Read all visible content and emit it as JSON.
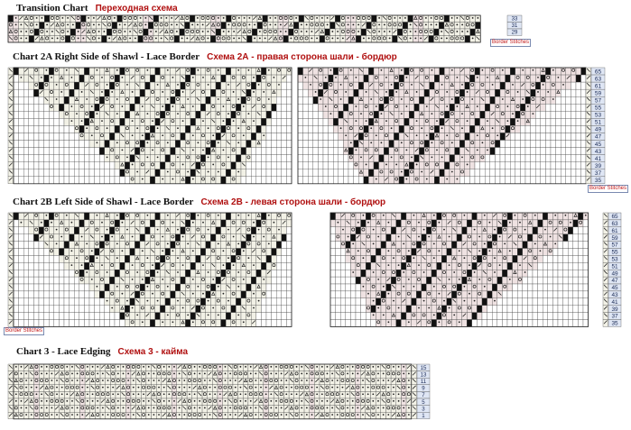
{
  "transition": {
    "title": "Transition Chart",
    "title_ru": "Переходная схема",
    "rows": [
      "33",
      "31",
      "29"
    ],
    "border_label": "Border Stitches"
  },
  "chart2a": {
    "title": "Chart 2A Right Side of Shawl - Lace Border",
    "title_ru": "Схема 2А - правая сторона шали - бордюр",
    "rows": [
      "65",
      "63",
      "61",
      "59",
      "57",
      "55",
      "53",
      "51",
      "49",
      "47",
      "45",
      "43",
      "41",
      "39",
      "37",
      "35"
    ],
    "border_label": "Border Stitches"
  },
  "chart2b": {
    "title": "Chart 2B Left Side of Shawl - Lace Border",
    "title_ru": "Схема 2В - левая сторона шали - бордюр",
    "rows": [
      "65",
      "63",
      "61",
      "59",
      "57",
      "55",
      "53",
      "51",
      "49",
      "47",
      "45",
      "43",
      "41",
      "39",
      "37",
      "35"
    ],
    "border_label": "Border Stitches"
  },
  "chart3": {
    "title": "Chart 3 - Lace Edging",
    "title_ru": "Схема 3 - кайма",
    "rows": [
      "15",
      "13",
      "11",
      "9",
      "7",
      "5",
      "3",
      "1"
    ]
  },
  "colors": {
    "cell_light": "#f2f1e6",
    "cell_pink": "#efe2e2",
    "cell_dark": "#111111",
    "grid_line": "#4a4a4a",
    "row_label_bg": "#dfe6f4",
    "title_ru": "#b01010"
  }
}
